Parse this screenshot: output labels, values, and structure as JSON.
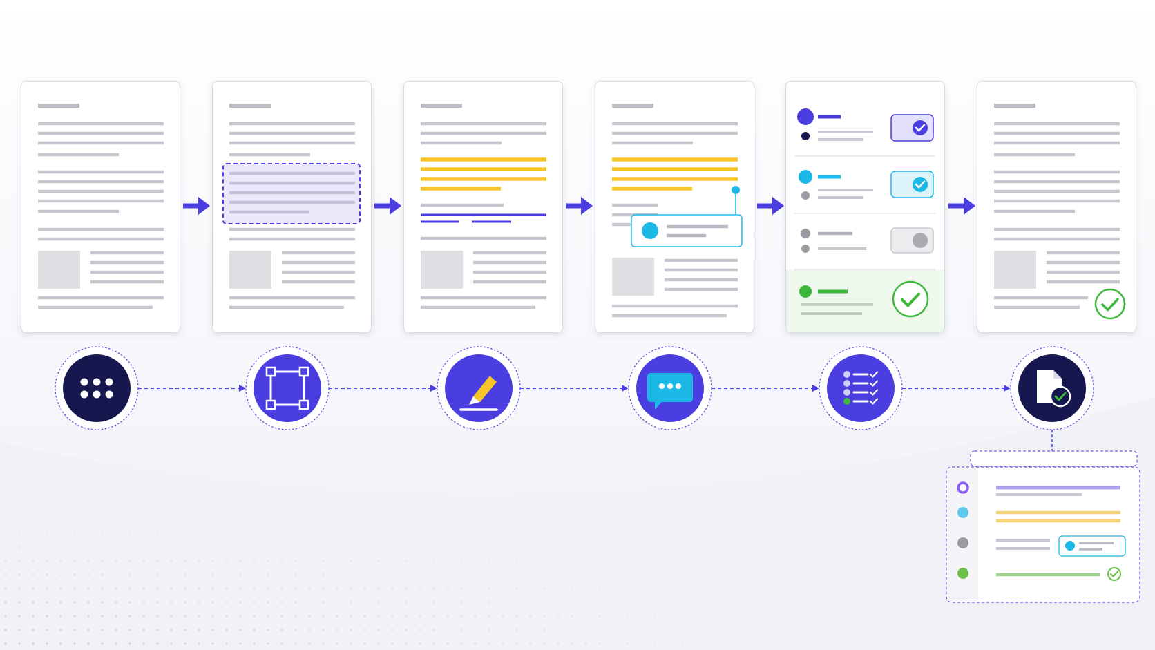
{
  "colors": {
    "indigo": "#4a3ee0",
    "navy": "#16174f",
    "cyan": "#1cb8e6",
    "yellow": "#f7c52a",
    "green": "#3cb83a",
    "gray_line": "#c6c7cf",
    "gray_block": "#dedfe3",
    "selection_fill": "#ece8fb",
    "approved_fill": "#eef8ec"
  },
  "steps": [
    {
      "id": "ingest",
      "icon": "grid-dots-icon",
      "document": "plain-document"
    },
    {
      "id": "select",
      "icon": "selection-frame-icon",
      "document": "document-with-selection"
    },
    {
      "id": "highlight",
      "icon": "highlighter-icon",
      "document": "document-with-highlights"
    },
    {
      "id": "comment",
      "icon": "chat-bubble-icon",
      "document": "document-with-comment"
    },
    {
      "id": "review",
      "icon": "checklist-icon",
      "document": "review-checklist"
    },
    {
      "id": "approve",
      "icon": "document-check-icon",
      "document": "approved-document"
    }
  ],
  "review_items": [
    {
      "status": "approved",
      "color": "#4a3ee0"
    },
    {
      "status": "approved",
      "color": "#1cb8e6"
    },
    {
      "status": "pending",
      "color": "#9a9ba3"
    },
    {
      "status": "final",
      "color": "#3cb83a"
    }
  ],
  "summary_panel": {
    "rows": [
      {
        "marker": "selection",
        "color": "#8b5cf6"
      },
      {
        "marker": "highlight",
        "color": "#5ec9ec"
      },
      {
        "marker": "comment",
        "color": "#9a9ba3"
      },
      {
        "marker": "approved",
        "color": "#6cc04a"
      }
    ]
  }
}
